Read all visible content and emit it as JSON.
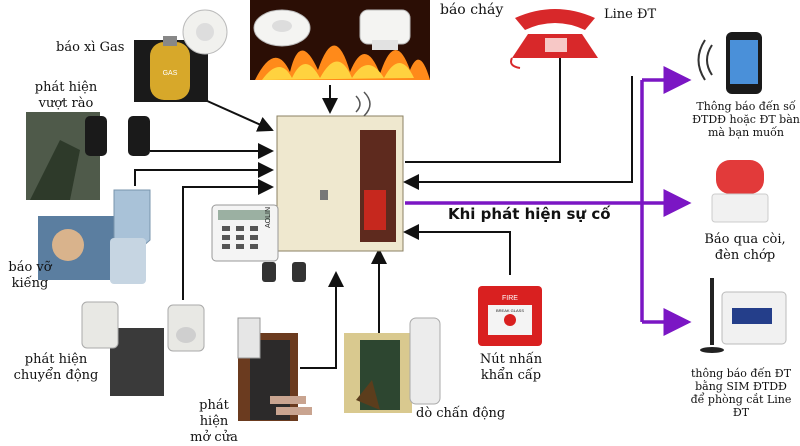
{
  "labels": {
    "gas": "báo xì Gas",
    "fire": "báo cháy",
    "line": "Line ĐT",
    "fence_1": "phát hiện",
    "fence_2": "vượt rào",
    "glass_1": "báo vỡ",
    "glass_2": "kiếng",
    "motion_1": "phát hiện",
    "motion_2": "chuyển động",
    "door_1": "phát hiện",
    "door_2": "mở cửa",
    "vibration": "dò chấn động",
    "panic_1": "Nút nhấn",
    "panic_2": "khẩn cấp",
    "incident": "Khi phát hiện sự cố",
    "phone_notify_1": "Thông báo đến số",
    "phone_notify_2": "ĐTDĐ hoặc ĐT bàn",
    "phone_notify_3": "mà bạn muốn",
    "siren_1": "Báo qua còi,",
    "siren_2": "đèn chớp",
    "sim_1": "thông báo đến ĐT",
    "sim_2": "bằng SIM ĐTDĐ",
    "sim_3": "để phòng cắt Line ĐT"
  },
  "devices": {
    "panel_brand": "AOLIN",
    "fire_button": "FIRE",
    "fire_button_sub": "BREAK GLASS"
  },
  "colors": {
    "accent_purple": "#7b16c4",
    "wire": "#111111",
    "phone_red": "#d8282a",
    "siren_red": "#e23a3a"
  }
}
